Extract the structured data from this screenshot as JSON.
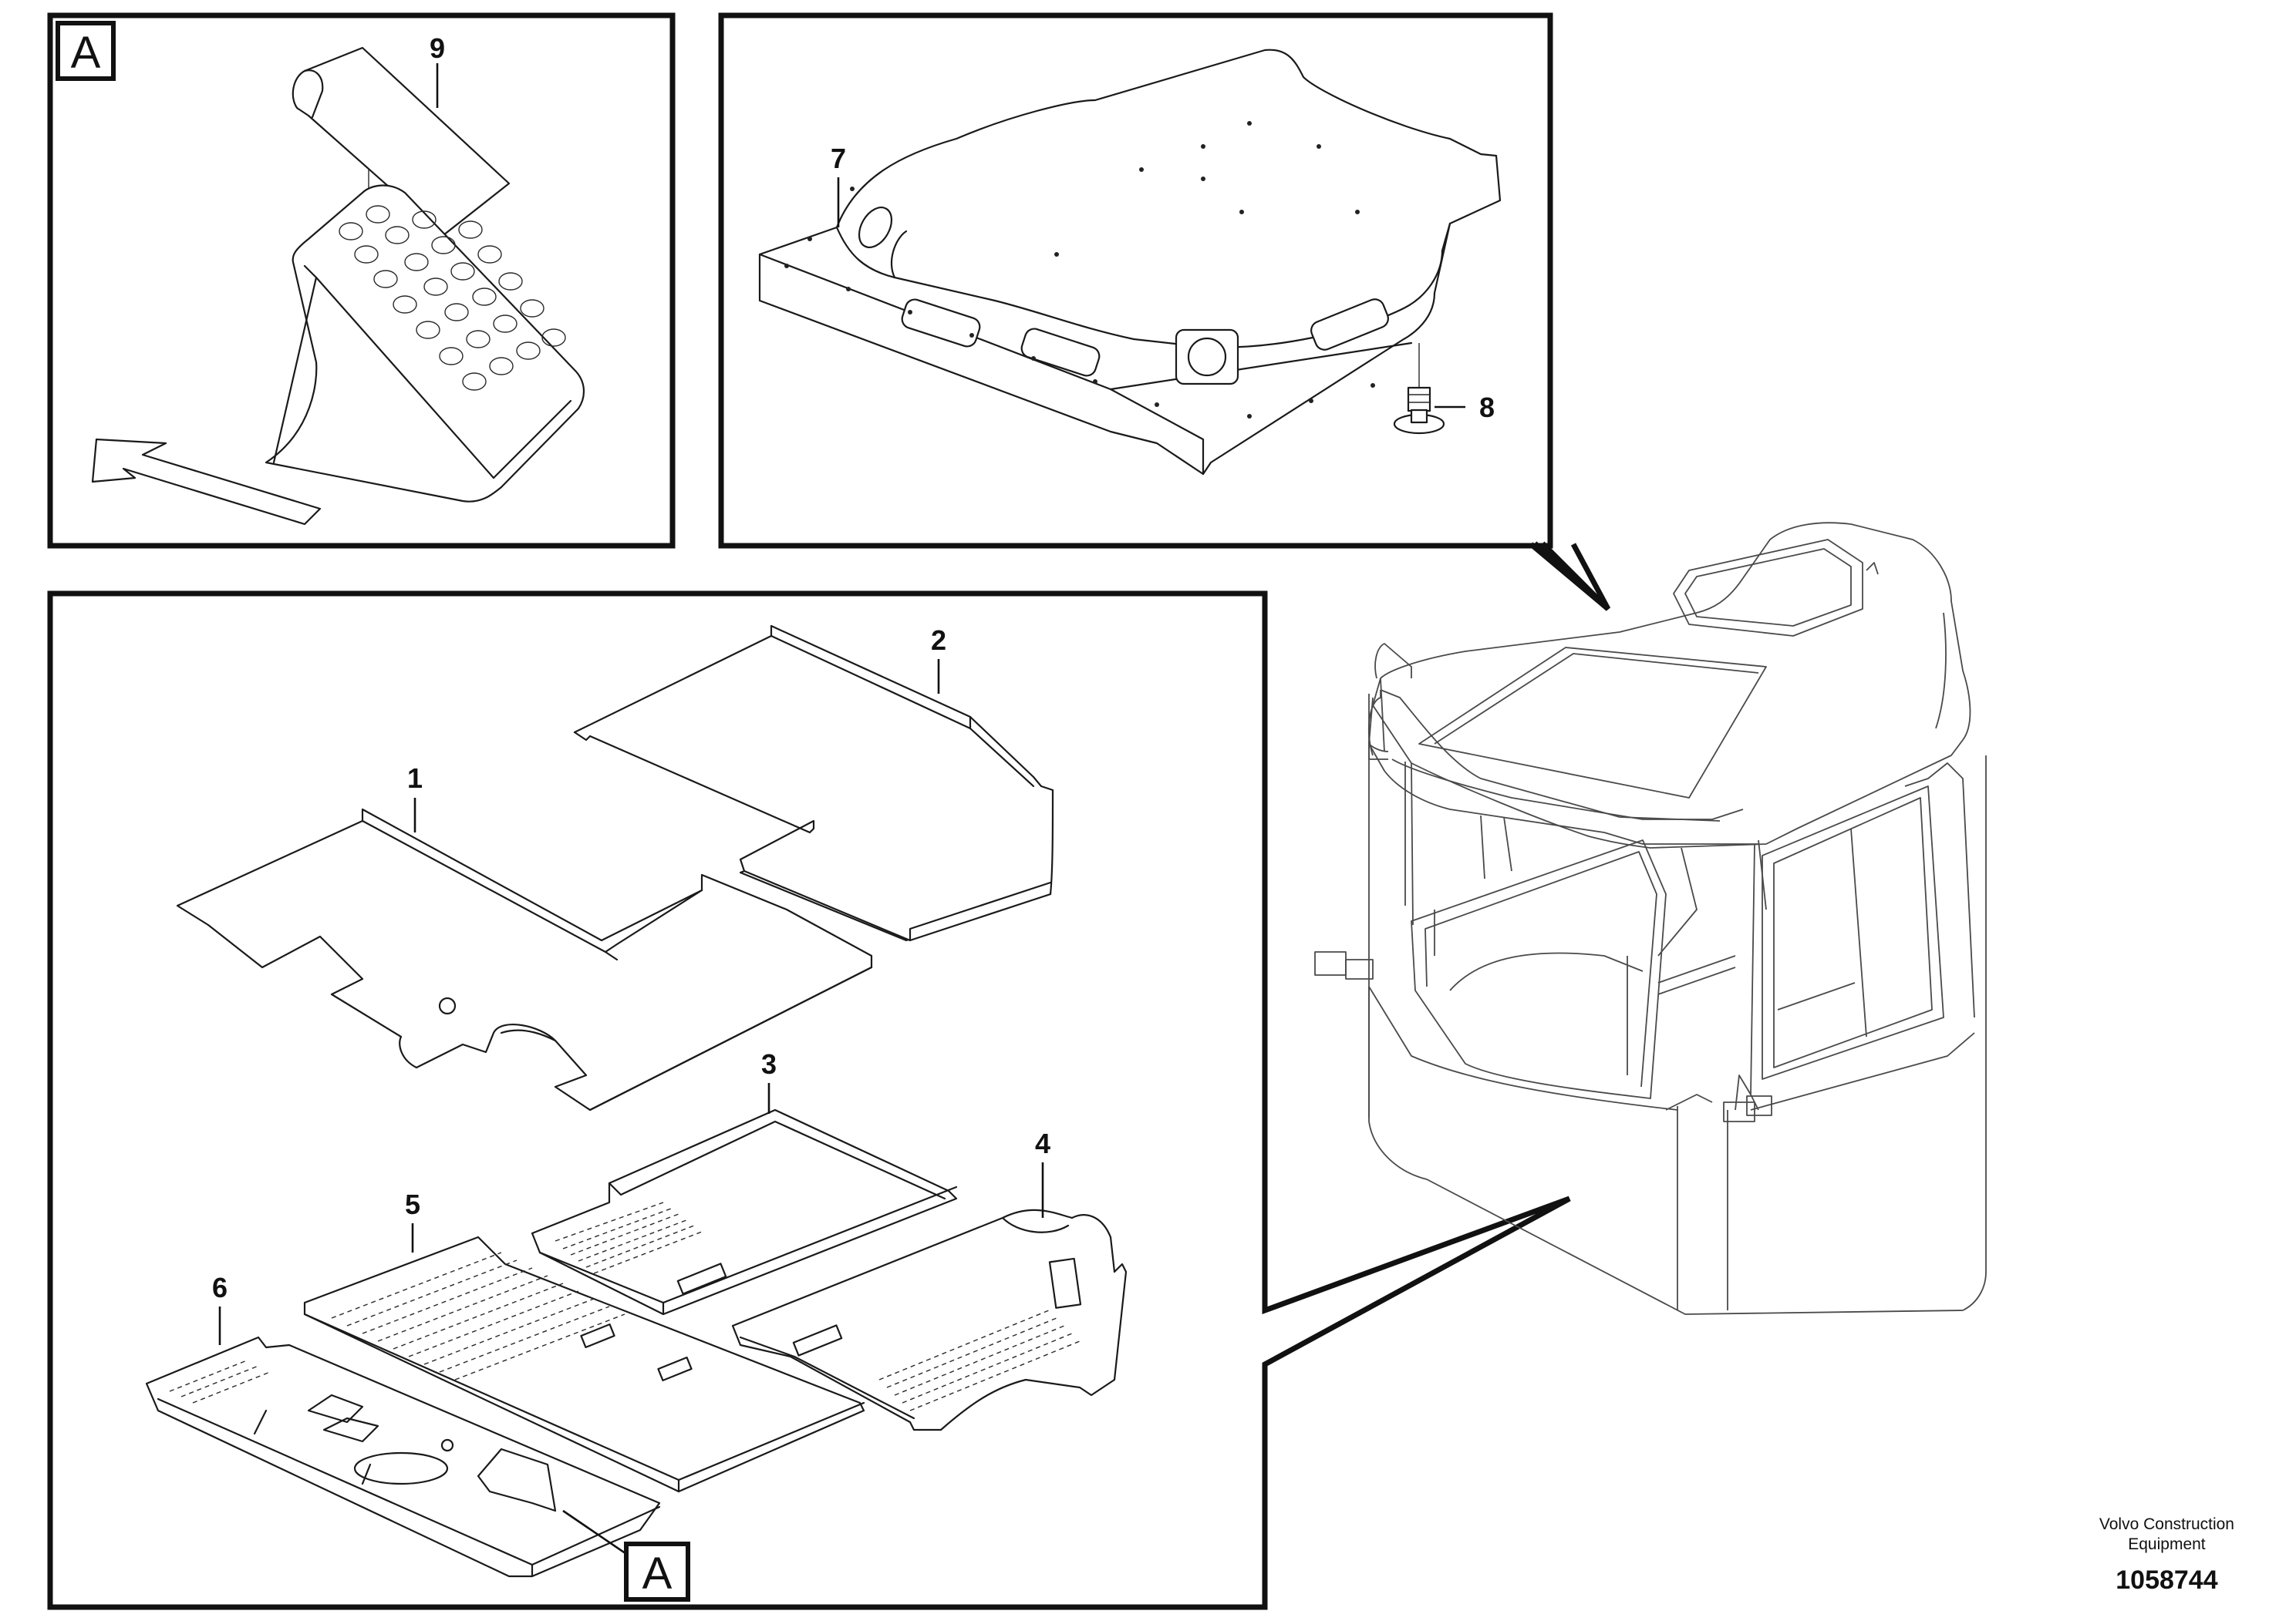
{
  "view_labels": {
    "detail_a_tag": "A",
    "callout_a_tag": "A"
  },
  "part_numbers": {
    "p1": "1",
    "p2": "2",
    "p3": "3",
    "p4": "4",
    "p5": "5",
    "p6": "6",
    "p7": "7",
    "p8": "8",
    "p9": "9"
  },
  "footer": {
    "company_line1": "Volvo Construction",
    "company_line2": "Equipment",
    "drawing_number": "1058744"
  }
}
